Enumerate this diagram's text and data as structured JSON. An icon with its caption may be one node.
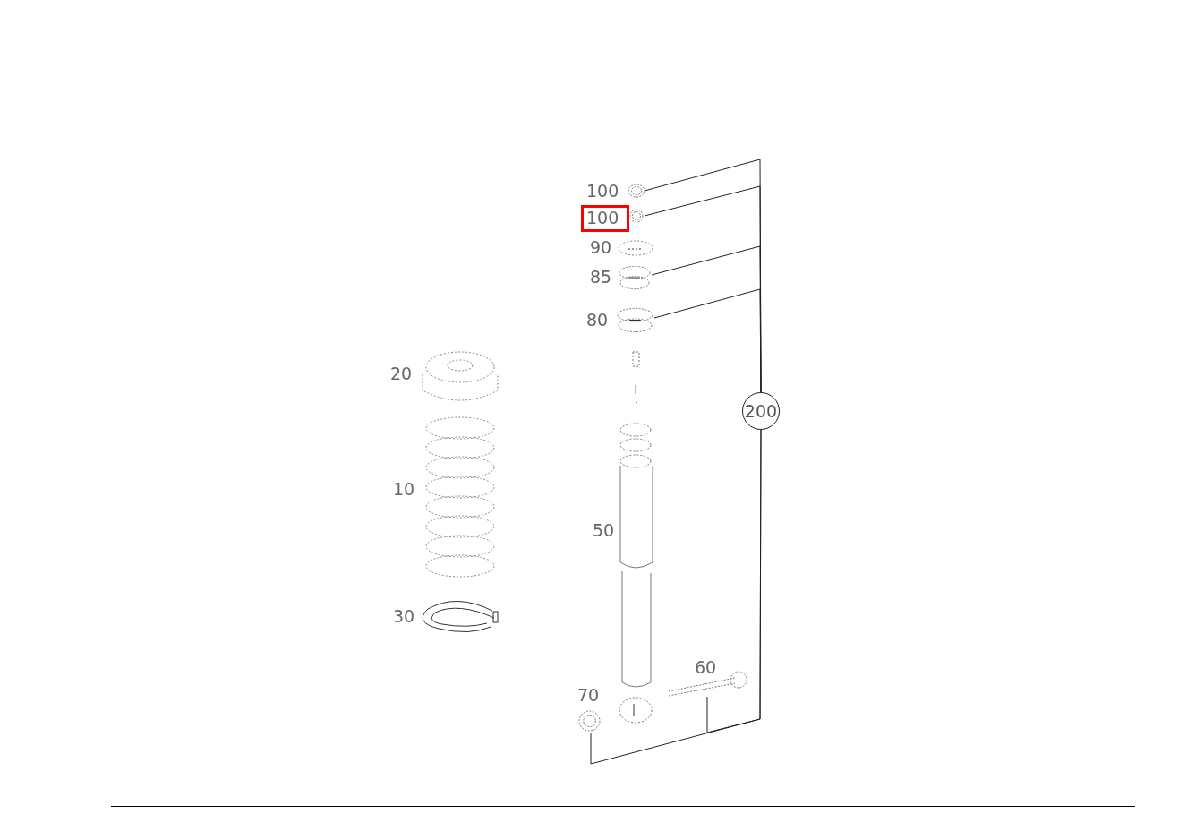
{
  "diagram": {
    "nodes": [
      {
        "text": [
          "200"
        ]
      },
      {
        "text": [],
        "shape": "picture"
      },
      {
        "text": [],
        "shape": "picture"
      },
      {
        "text": [],
        "shape": "picture"
      },
      {
        "text": [],
        "shape": "picture"
      },
      {
        "text": [],
        "shape": "picture"
      },
      {
        "text": [],
        "shape": "picture"
      }
    ],
    "edges": [
      {
        "from": 0,
        "to": 1,
        "arrow": "none"
      },
      {
        "from": 0,
        "to": 2,
        "arrow": "none"
      },
      {
        "from": 0,
        "to": 3,
        "arrow": "none"
      },
      {
        "from": 0,
        "to": 4,
        "arrow": "none"
      },
      {
        "from": 0,
        "to": 5,
        "arrow": "none"
      },
      {
        "from": 0,
        "to": 6,
        "arrow": "none"
      }
    ],
    "labels": [
      "100",
      "100",
      "90",
      "85",
      "80",
      "20",
      "10",
      "50",
      "30",
      "60",
      "70"
    ]
  }
}
